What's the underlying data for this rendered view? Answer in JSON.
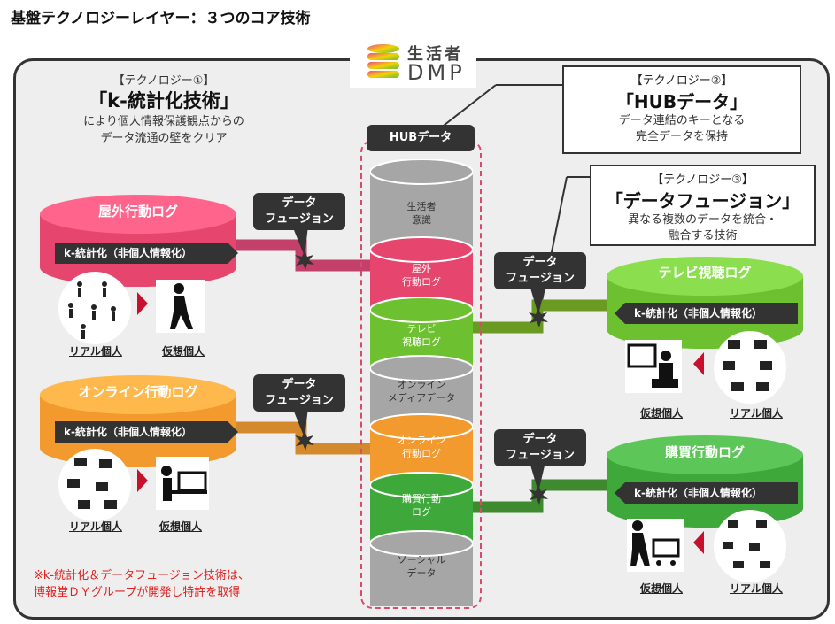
{
  "header": {
    "title": "基盤テクノロジーレイヤー：３つのコア技術"
  },
  "logo": {
    "line1": "生活者",
    "line2": "DMP"
  },
  "tech1": {
    "tag": "【テクノロジー①】",
    "name": "「k-統計化技術」",
    "desc_line1": "により個人情報保護観点からの",
    "desc_line2": "データ流通の壁をクリア"
  },
  "tech2": {
    "tag": "【テクノロジー②】",
    "name": "「HUBデータ」",
    "desc_line1": "データ連結のキーとなる",
    "desc_line2": "完全データを保持"
  },
  "tech3": {
    "tag": "【テクノロジー③】",
    "name": "「データフュージョン」",
    "desc_line1": "異なる複数のデータを統合・",
    "desc_line2": "融合する技術"
  },
  "hub": {
    "label": "HUBデータ",
    "segments": [
      {
        "line1": "生活者",
        "line2": "意識",
        "color": "#a6a6a6"
      },
      {
        "line1": "屋外",
        "line2": "行動ログ",
        "color": "#e6466e"
      },
      {
        "line1": "テレビ",
        "line2": "視聴ログ",
        "color": "#6dc130"
      },
      {
        "line1": "オンライン",
        "line2": "メディアデータ",
        "color": "#a6a6a6"
      },
      {
        "line1": "オンライン",
        "line2": "行動ログ",
        "color": "#f29a2e"
      },
      {
        "line1": "購買行動",
        "line2": "ログ",
        "color": "#3fa83a"
      },
      {
        "line1": "ソーシャル",
        "line2": "データ",
        "color": "#a6a6a6"
      }
    ]
  },
  "fusion_label": {
    "line1": "データ",
    "line2": "フュージョン"
  },
  "sources": {
    "outdoor": {
      "title": "屋外行動ログ",
      "kbar": "k-統計化（非個人情報化）",
      "real": "リアル個人",
      "virtual": "仮想個人",
      "color": "#e6466e"
    },
    "online": {
      "title": "オンライン行動ログ",
      "kbar": "k-統計化（非個人情報化）",
      "real": "リアル個人",
      "virtual": "仮想個人",
      "color": "#f29a2e"
    },
    "tv": {
      "title": "テレビ視聴ログ",
      "kbar": "k-統計化（非個人情報化）",
      "real": "リアル個人",
      "virtual": "仮想個人",
      "color": "#6dc130"
    },
    "purchase": {
      "title": "購買行動ログ",
      "kbar": "k-統計化（非個人情報化）",
      "real": "リアル個人",
      "virtual": "仮想個人",
      "color": "#3fa83a"
    }
  },
  "note": {
    "line1": "※k-統計化＆データフュージョン技術は、",
    "line2": "博報堂ＤＹグループが開発し特許を取得"
  },
  "colors": {
    "accent_red": "#c8102e",
    "dark": "#333333",
    "hub_border": "#d94b6c"
  },
  "icons": [
    "walking-person-icon",
    "computer-user-icon",
    "tv-viewer-icon",
    "shopping-cart-icon",
    "burst-icon",
    "triangle-arrow-icon"
  ]
}
